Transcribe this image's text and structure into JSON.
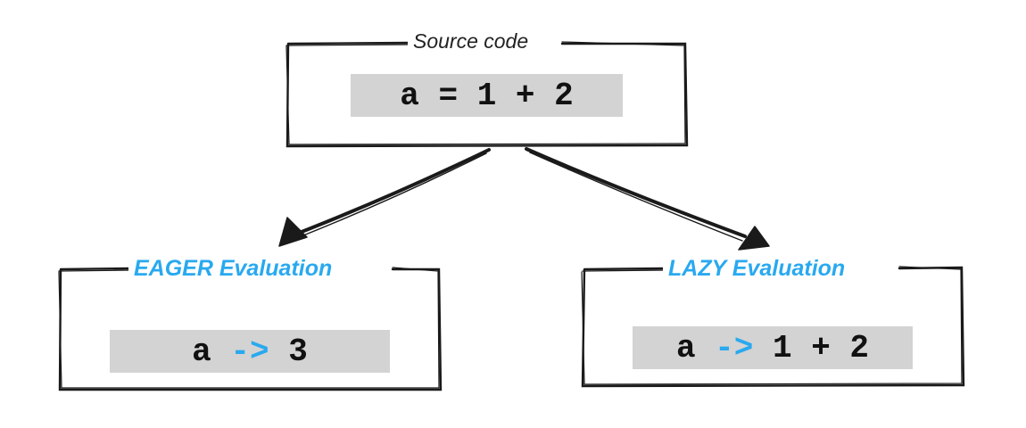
{
  "colors": {
    "accent": "#29a9ef",
    "ink": "#1a1a1a",
    "code_background": "#d3d3d3"
  },
  "source": {
    "title": "Source code",
    "code": "a = 1 + 2"
  },
  "eager": {
    "title": "EAGER Evaluation",
    "var": "a",
    "arrow": "->",
    "result": "3"
  },
  "lazy": {
    "title": "LAZY Evaluation",
    "var": "a",
    "arrow": "->",
    "result": "1 + 2"
  }
}
